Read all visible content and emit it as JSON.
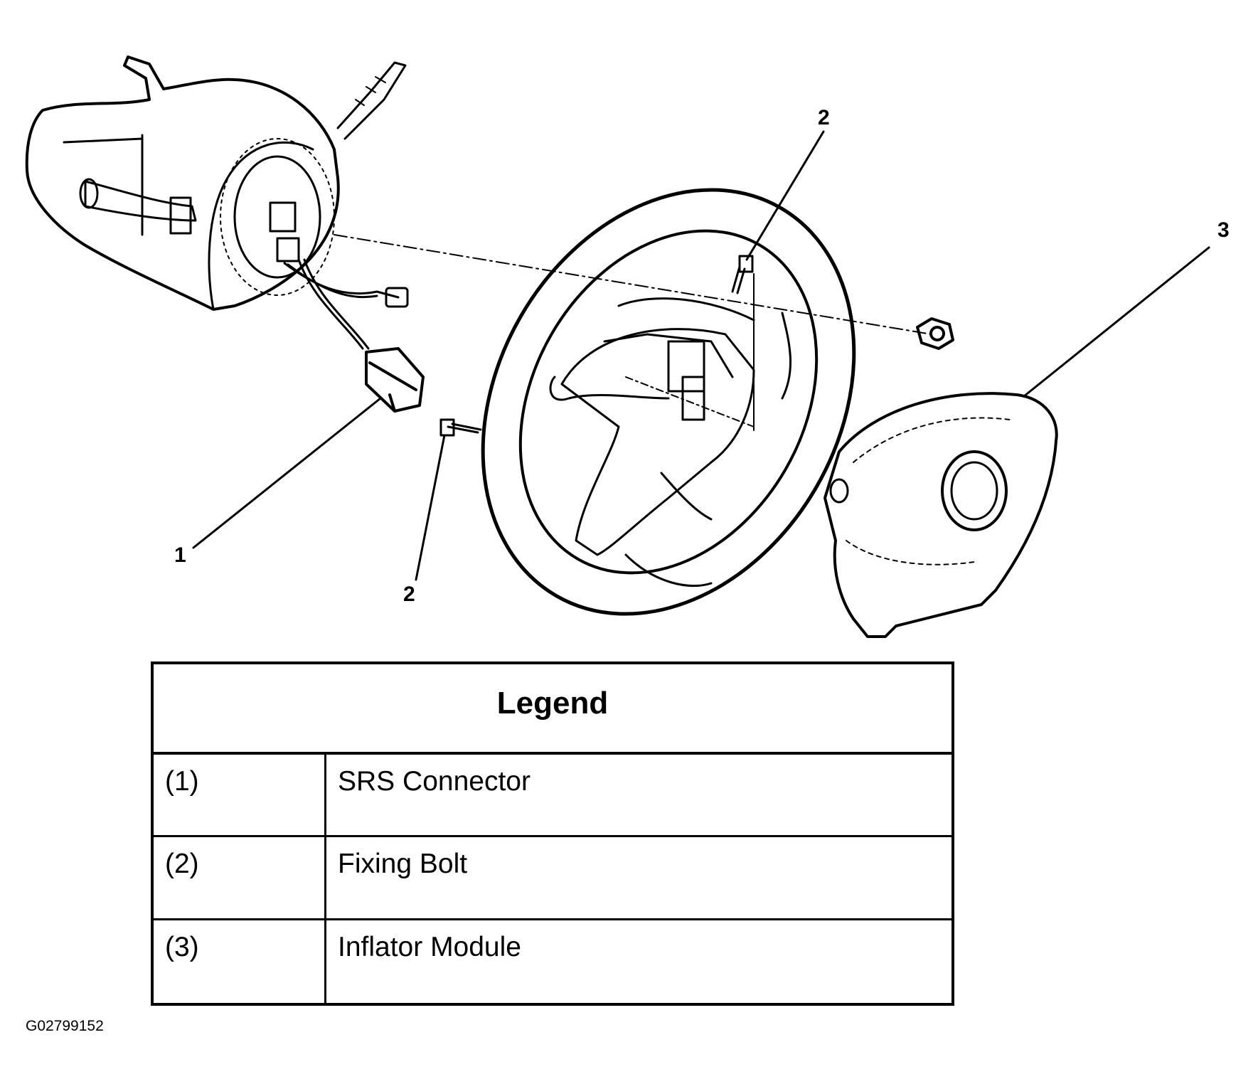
{
  "diagram": {
    "callouts": {
      "c1": "1",
      "c2_bottom": "2",
      "c2_top": "2",
      "c3": "3"
    }
  },
  "legend": {
    "title": "Legend",
    "rows": [
      {
        "num": "(1)",
        "desc": "SRS Connector"
      },
      {
        "num": "(2)",
        "desc": "Fixing Bolt"
      },
      {
        "num": "(3)",
        "desc": "Inflator Module"
      }
    ]
  },
  "figure_id": "G02799152"
}
